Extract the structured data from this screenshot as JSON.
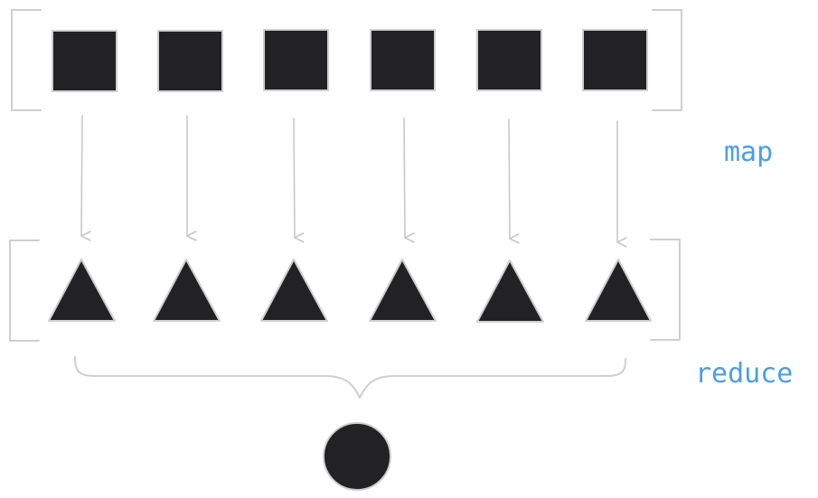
{
  "labels": {
    "map": "map",
    "reduce": "reduce"
  },
  "colors": {
    "shape_fill": "#222224",
    "shape_stroke": "#cfcfcf",
    "arrow": "#c9c9c9",
    "bracket": "#cfcfcf",
    "label": "#4a9ee6",
    "background": "#ffffff"
  },
  "input_items": {
    "count": 6,
    "shape": "square"
  },
  "mapped_items": {
    "count": 6,
    "shape": "triangle"
  },
  "result": {
    "shape": "circle"
  }
}
